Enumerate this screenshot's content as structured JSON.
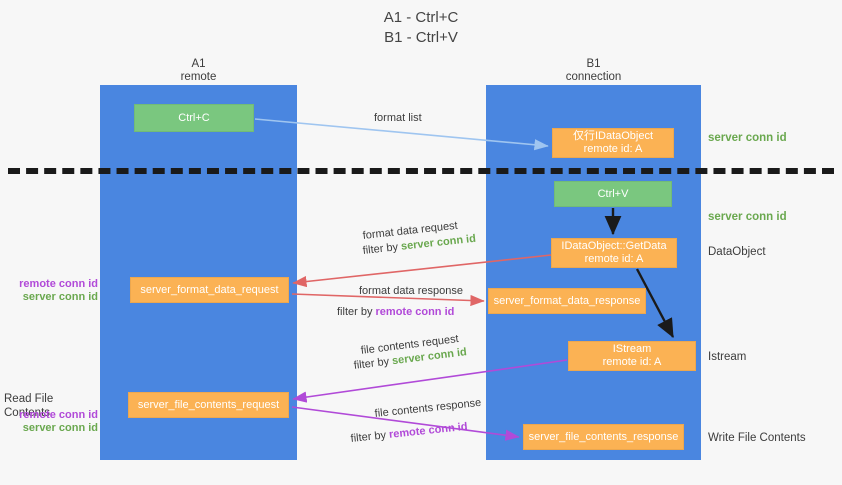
{
  "title": "A1 - Ctrl+C\nB1 - Ctrl+V",
  "lanes": [
    {
      "name": "A1",
      "subtitle": "remote",
      "header": "A1\nremote",
      "color": "#4a86e0"
    },
    {
      "name": "B1",
      "subtitle": "connection",
      "header": "B1\nconnection",
      "color": "#4a86e0"
    }
  ],
  "colors": {
    "lane": "#4a86e0",
    "green_box": "#7ac77f",
    "orange_box": "#fbb254",
    "server_conn_id": "#6aa84f",
    "remote_conn_id": "#b14ad8",
    "arrow_blue": "#9fc5f0",
    "arrow_red": "#e06666",
    "arrow_magenta": "#b14ad8",
    "arrow_black": "#1a1a1a",
    "background": "#f7f7f7"
  },
  "boxes": {
    "ctrl_c": "Ctrl+C",
    "data_object": "仅行IDataObject\nremote id: A",
    "ctrl_v": "Ctrl+V",
    "getdata": "IDataObject::GetData\nremote id: A",
    "server_format_data_request": "server_format_data_request",
    "server_format_data_response": "server_format_data_response",
    "istream": "IStream\nremote id: A",
    "server_file_contents_request": "server_file_contents_request",
    "server_file_contents_response": "server_file_contents_response"
  },
  "side_notes": {
    "server_conn_id_1": "server conn id",
    "server_conn_id_2": "server conn id",
    "data_object": "DataObject",
    "istream": "Istream",
    "write_file_contents": "Write File Contents"
  },
  "left_notes": {
    "remote_conn_id_1": "remote conn id",
    "server_conn_id_1": "server conn id",
    "read_file_contents": "Read File Contents",
    "remote_conn_id_2": "remote conn id",
    "server_conn_id_2": "server conn id"
  },
  "arrow_labels": {
    "format_list": "format list",
    "format_data_request": "format data request",
    "format_data_request_filter_prefix": "filter by ",
    "format_data_request_filter_value": "server conn id",
    "format_data_response": "format data response",
    "format_data_response_filter_prefix": "filter by ",
    "format_data_response_filter_value": "remote conn id",
    "file_contents_request": "file contents request",
    "file_contents_request_filter_prefix": "filter by ",
    "file_contents_request_filter_value": "server conn id",
    "file_contents_response": "file contents response",
    "file_contents_response_filter_prefix": "filter by ",
    "file_contents_response_filter_value": "remote conn id"
  }
}
